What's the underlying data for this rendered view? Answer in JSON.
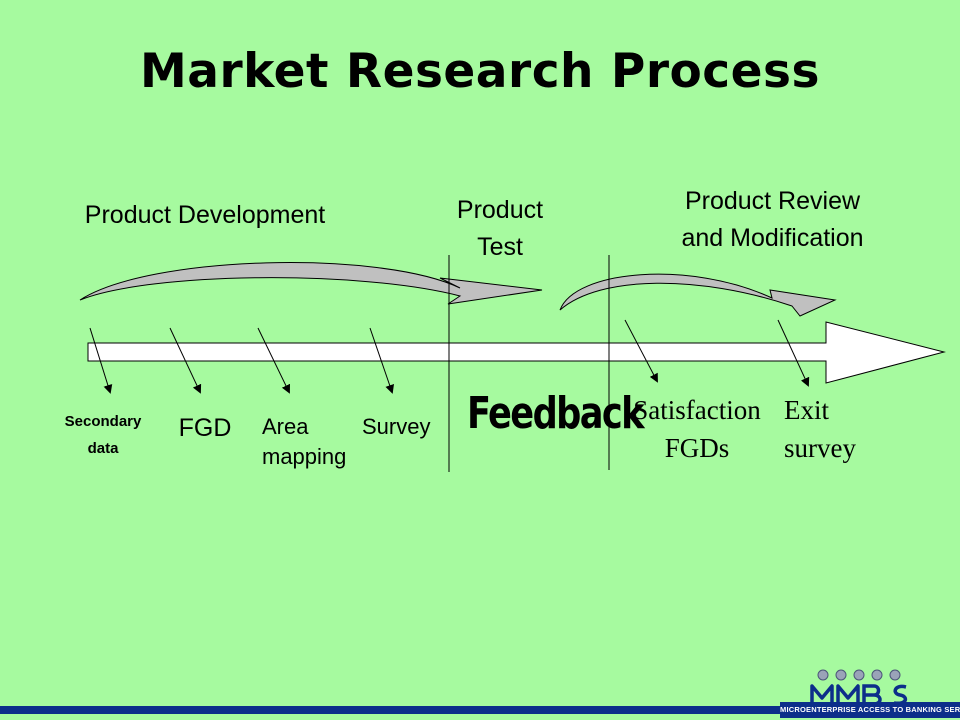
{
  "title": "Market Research Process",
  "phases": {
    "development": "Product Development",
    "test_line1": "Product",
    "test_line2": "Test",
    "review_line1": "Product Review",
    "review_line2": "and Modification"
  },
  "steps": {
    "secondary_line1": "Secondary",
    "secondary_line2": "data",
    "fgd": "FGD",
    "area_line1": "Area",
    "area_line2": "mapping",
    "survey": "Survey",
    "feedback": "Feedback",
    "satisfaction_line1": "Satisfaction",
    "satisfaction_line2": "FGDs",
    "exit_line1": "Exit",
    "exit_line2": "survey"
  },
  "footer": {
    "logo_text": "MABS",
    "tagline": "MICROENTERPRISE ACCESS TO BANKING SERVICES"
  },
  "colors": {
    "background": "#a6fa9f",
    "arrow_fill": "#ffffff",
    "curved_arrow_fill": "#c0c0c0",
    "footer_bar": "#0c2e8a"
  }
}
